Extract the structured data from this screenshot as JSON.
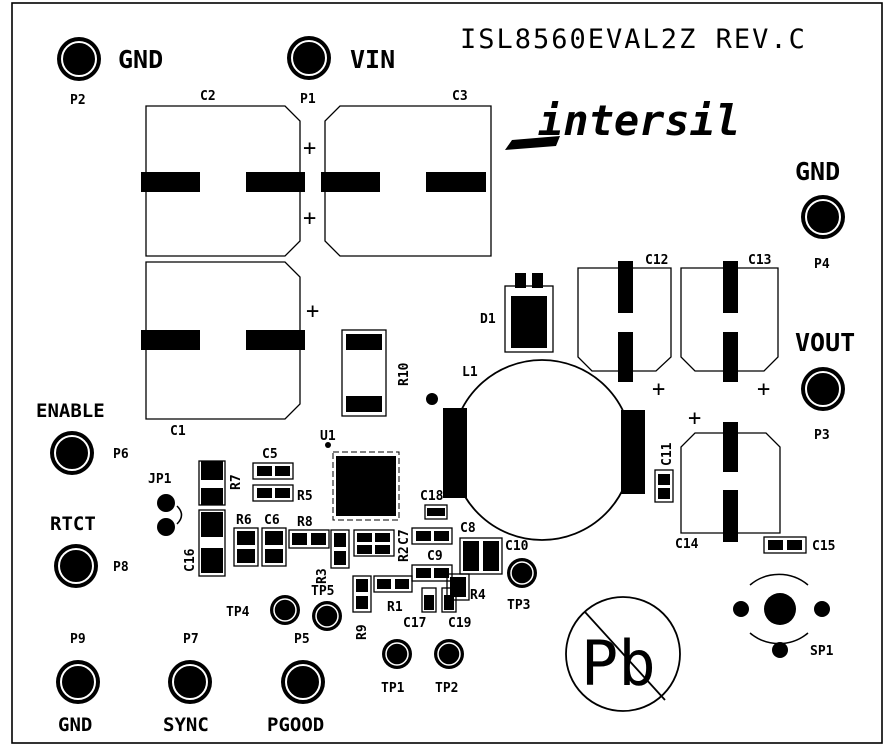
{
  "board": {
    "title": "ISL8560EVAL2Z REV.C",
    "logo": "intersil",
    "pb_free_mark": "Pb"
  },
  "connectors": {
    "gnd_in": {
      "name": "GND",
      "ref": "P2"
    },
    "vin": {
      "name": "VIN",
      "ref": "P1"
    },
    "gnd_out": {
      "name": "GND",
      "ref": "P4"
    },
    "vout": {
      "name": "VOUT",
      "ref": "P3"
    },
    "enable": {
      "name": "ENABLE",
      "ref": "P6"
    },
    "rtct": {
      "name": "RTCT",
      "ref": "P8"
    },
    "gnd_bottom": {
      "name": "GND",
      "ref": "P9"
    },
    "sync": {
      "name": "SYNC",
      "ref": "P7"
    },
    "pgood": {
      "name": "PGOOD",
      "ref": "P5"
    }
  },
  "components": {
    "c1": "C1",
    "c2": "C2",
    "c3": "C3",
    "c5": "C5",
    "c6": "C6",
    "c7": "C7",
    "c8": "C8",
    "c9": "C9",
    "c10": "C10",
    "c11": "C11",
    "c12": "C12",
    "c13": "C13",
    "c14": "C14",
    "c15": "C15",
    "c16": "C16",
    "c17": "C17",
    "c18": "C18",
    "c19": "C19",
    "r1": "R1",
    "r2": "R2",
    "r3": "R3",
    "r4": "R4",
    "r5": "R5",
    "r6": "R6",
    "r7": "R7",
    "r8": "R8",
    "r9": "R9",
    "r10": "R10",
    "d1": "D1",
    "l1": "L1",
    "u1": "U1",
    "jp1": "JP1",
    "sp1": "SP1"
  },
  "test_points": {
    "tp1": "TP1",
    "tp2": "TP2",
    "tp3": "TP3",
    "tp4": "TP4",
    "tp5": "TP5"
  },
  "polarity_mark": "+"
}
